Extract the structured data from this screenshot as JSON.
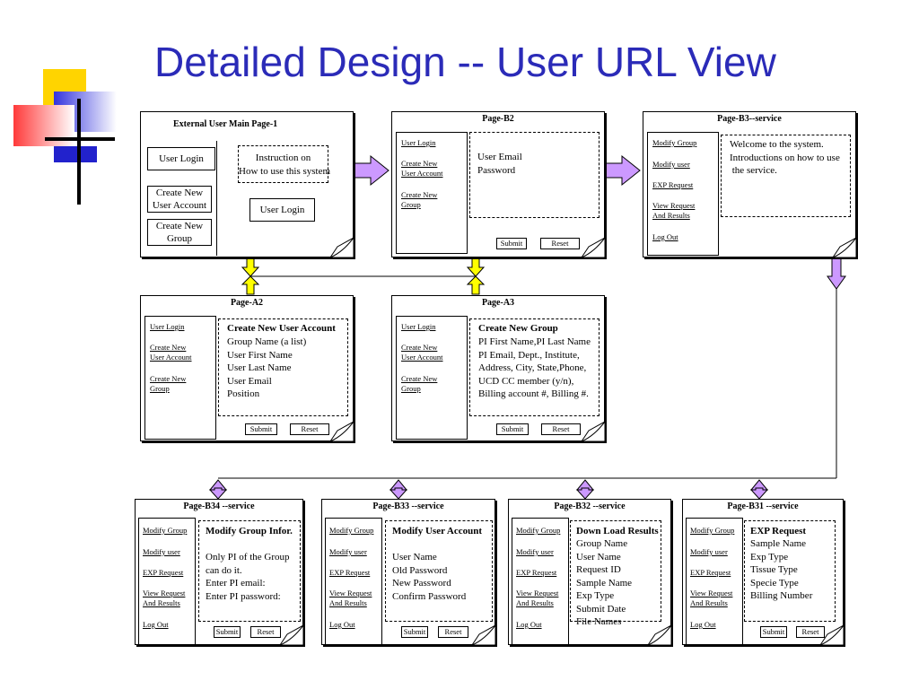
{
  "title": "Detailed Design -- User URL View",
  "p1": {
    "title": "External User Main Page-1",
    "user_login": "User Login",
    "create_user": "Create New\nUser Account",
    "create_group": "Create New\nGroup",
    "instruction": "Instruction on\nHow to use this system",
    "user_login_btn": "User Login"
  },
  "b2": {
    "title": "Page-B2",
    "links": [
      "User Login",
      "Create New\nUser Account",
      "Create New\nGroup"
    ],
    "content": "User Email\nPassword",
    "submit": "Submit",
    "reset": "Reset"
  },
  "b3": {
    "title": "Page-B3--service",
    "links": [
      "Modify Group",
      "Modify user",
      "EXP Request",
      "View Request\nAnd Results",
      "Log Out"
    ],
    "content": "Welcome to the system.\nIntroductions on how to use\n the service."
  },
  "a2": {
    "title": "Page-A2",
    "links": [
      "User Login",
      "Create New\nUser Account",
      "Create New\nGroup"
    ],
    "heading": "Create New User Account",
    "content": "Group Name (a list)\nUser First Name\nUser Last Name\nUser Email\nPosition",
    "submit": "Submit",
    "reset": "Reset"
  },
  "a3": {
    "title": "Page-A3",
    "links": [
      "User Login",
      "Create New\nUser Account",
      "Create New\nGroup"
    ],
    "heading": "Create New Group",
    "content": "PI First Name,PI Last Name\nPI Email, Dept., Institute,\nAddress, City, State,Phone,\nUCD CC member (y/n),\nBilling account #, Billing #.",
    "submit": "Submit",
    "reset": "Reset"
  },
  "b34": {
    "title": "Page-B34 --service",
    "links": [
      "Modify Group",
      "Modify user",
      "EXP Request",
      "View Request\nAnd Results",
      "Log Out"
    ],
    "heading": "Modify Group Infor.",
    "content": "Only PI of the Group\ncan do it.\nEnter PI email:\nEnter PI password:",
    "submit": "Submit",
    "reset": "Reset"
  },
  "b33": {
    "title": "Page-B33 --service",
    "links": [
      "Modify Group",
      "Modify user",
      "EXP Request",
      "View Request\nAnd Results",
      "Log Out"
    ],
    "heading": "Modify User Account",
    "content": "User Name\nOld Password\nNew Password\nConfirm Password",
    "submit": "Submit",
    "reset": "Reset"
  },
  "b32": {
    "title": "Page-B32 --service",
    "links": [
      "Modify Group",
      "Modify user",
      "EXP Request",
      "View Request\nAnd Results",
      "Log Out"
    ],
    "heading": "Down Load Results",
    "content": "Group Name\nUser Name\nRequest ID\nSample Name\nExp Type\nSubmit Date\nFile Names"
  },
  "b31": {
    "title": "Page-B31 --service",
    "links": [
      "Modify Group",
      "Modify user",
      "EXP Request",
      "View Request\nAnd Results",
      "Log Out"
    ],
    "heading": "EXP Request",
    "content": "Sample Name\nExp Type\nTissue Type\nSpecie Type\nBilling Number",
    "submit": "Submit",
    "reset": "Reset"
  },
  "colors": {
    "title": "#2b2bb8",
    "yellow_arrow": "#ffff00",
    "purple_arrow": "#cc99ff"
  }
}
